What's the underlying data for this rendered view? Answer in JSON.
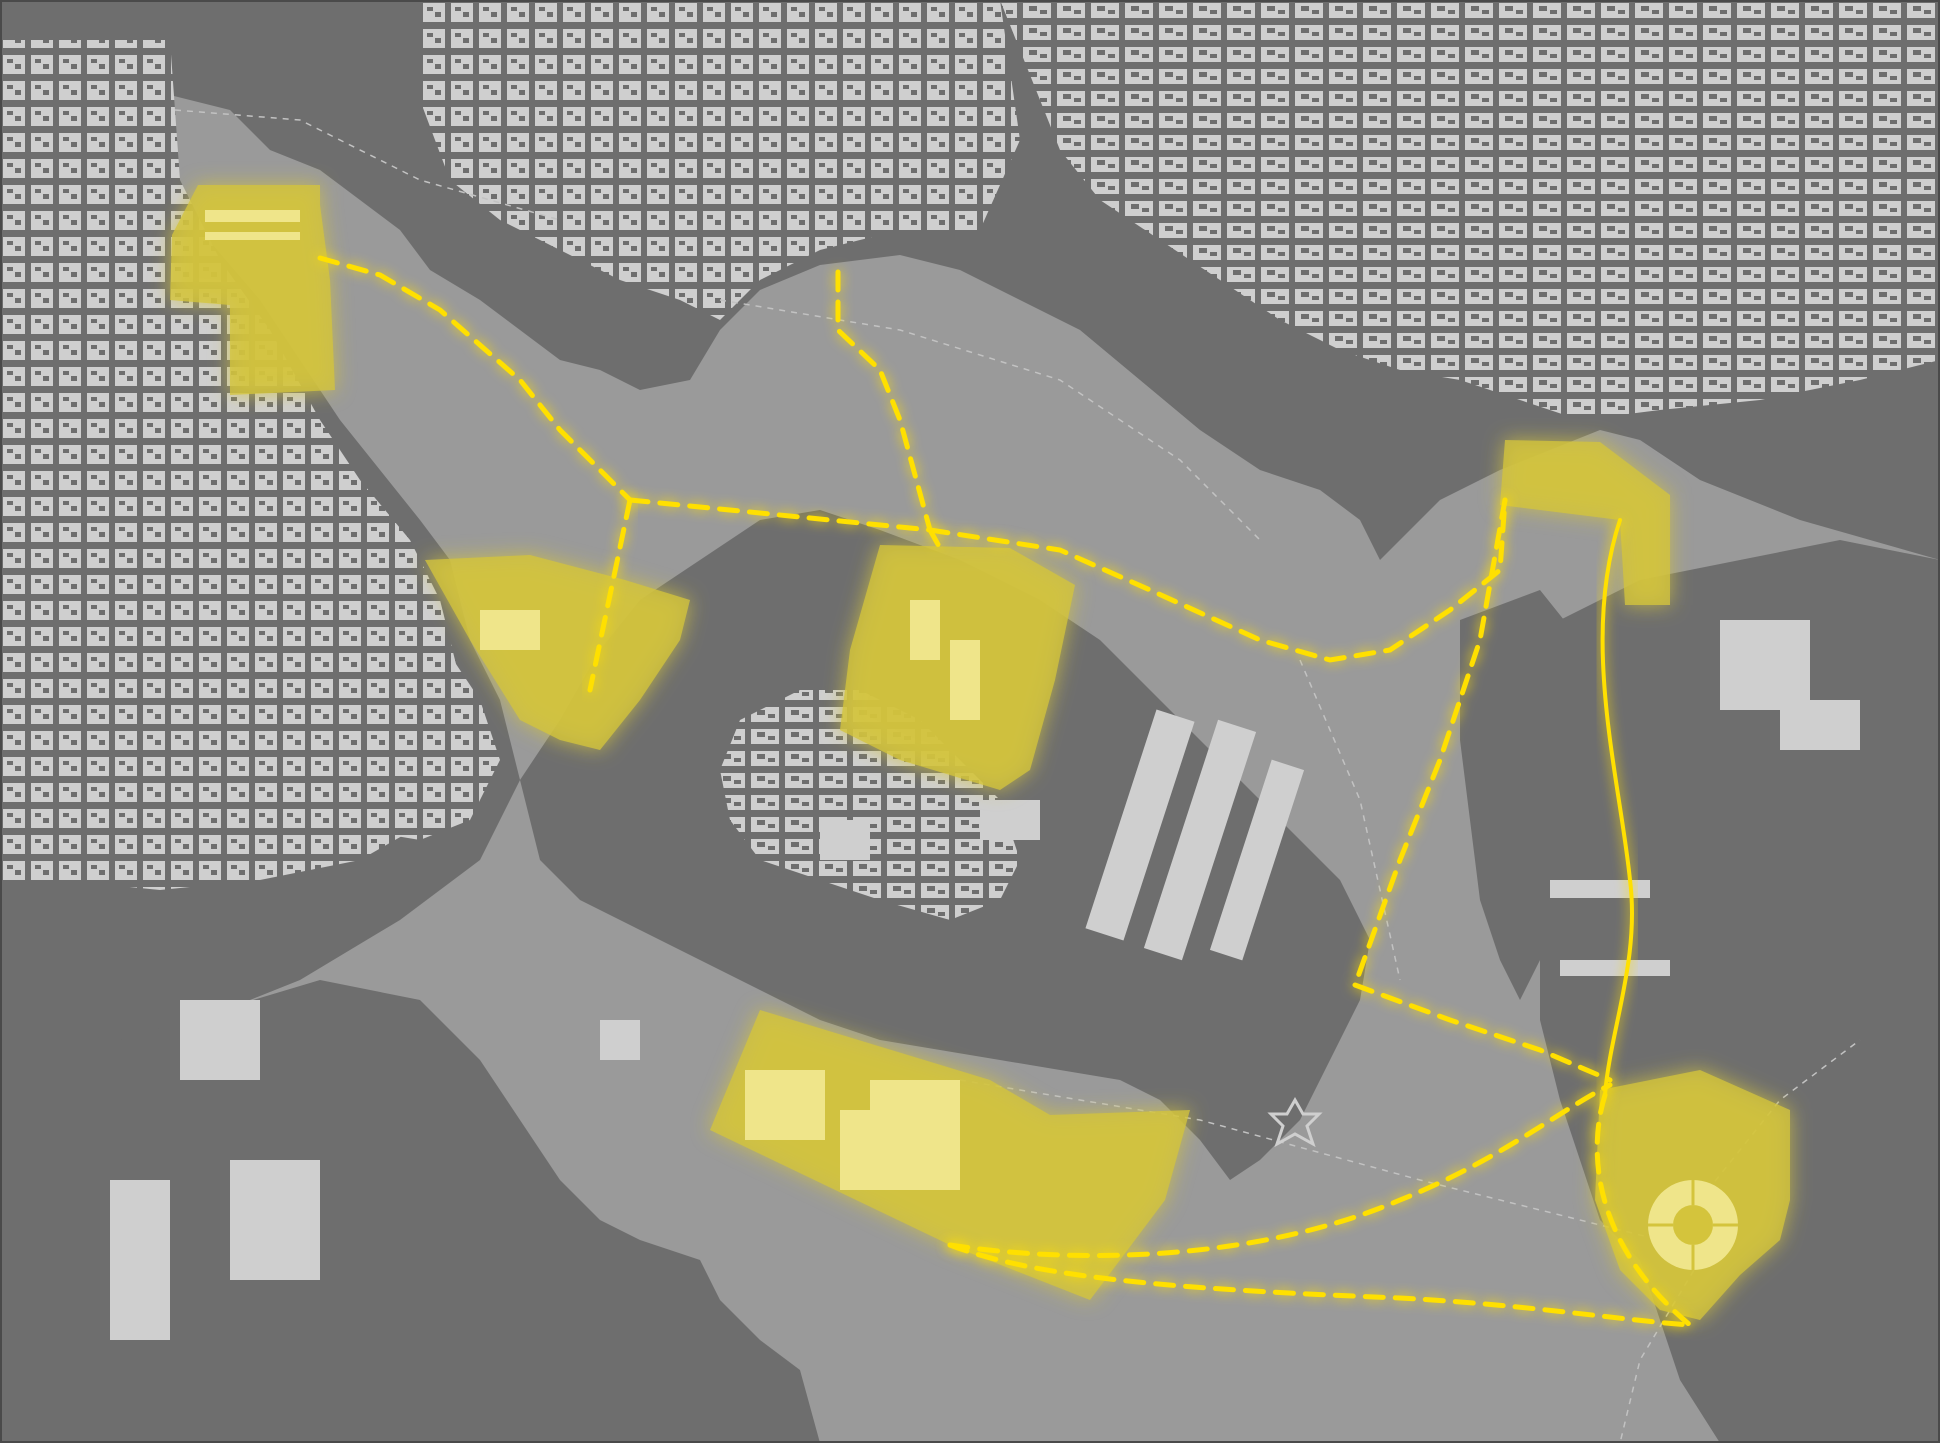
{
  "colors": {
    "water": "#9a9a9a",
    "land": "#6e6e6e",
    "building": "#cfcfcf",
    "zone": "#d4c43c",
    "zone_light": "#efe58a",
    "route": "#ffe000",
    "route_glow": "#fff36b",
    "grey_route": "#c2c2c2"
  },
  "map": {
    "zones": [
      {
        "id": "northwest-pier-zone"
      },
      {
        "id": "west-shore-zone"
      },
      {
        "id": "central-peninsula-zone"
      },
      {
        "id": "south-pier-zone"
      },
      {
        "id": "northeast-terminal-zone"
      },
      {
        "id": "southeast-island-zone"
      }
    ],
    "routes": [
      {
        "id": "route-nw-to-junction",
        "style": "dashed"
      },
      {
        "id": "route-inner-harbor-north",
        "style": "dashed"
      },
      {
        "id": "route-junction-to-northeast",
        "style": "dashed"
      },
      {
        "id": "route-northeast-to-point",
        "style": "dashed"
      },
      {
        "id": "route-point-to-southeast",
        "style": "dashed"
      },
      {
        "id": "route-northeast-to-southeast",
        "style": "solid"
      },
      {
        "id": "route-south-pier-to-southeast-upper",
        "style": "dashed"
      },
      {
        "id": "route-south-pier-to-southeast-lower",
        "style": "dashed"
      }
    ],
    "landmarks": [
      {
        "id": "star-fort-icon"
      },
      {
        "id": "circular-stadium-icon"
      }
    ]
  }
}
